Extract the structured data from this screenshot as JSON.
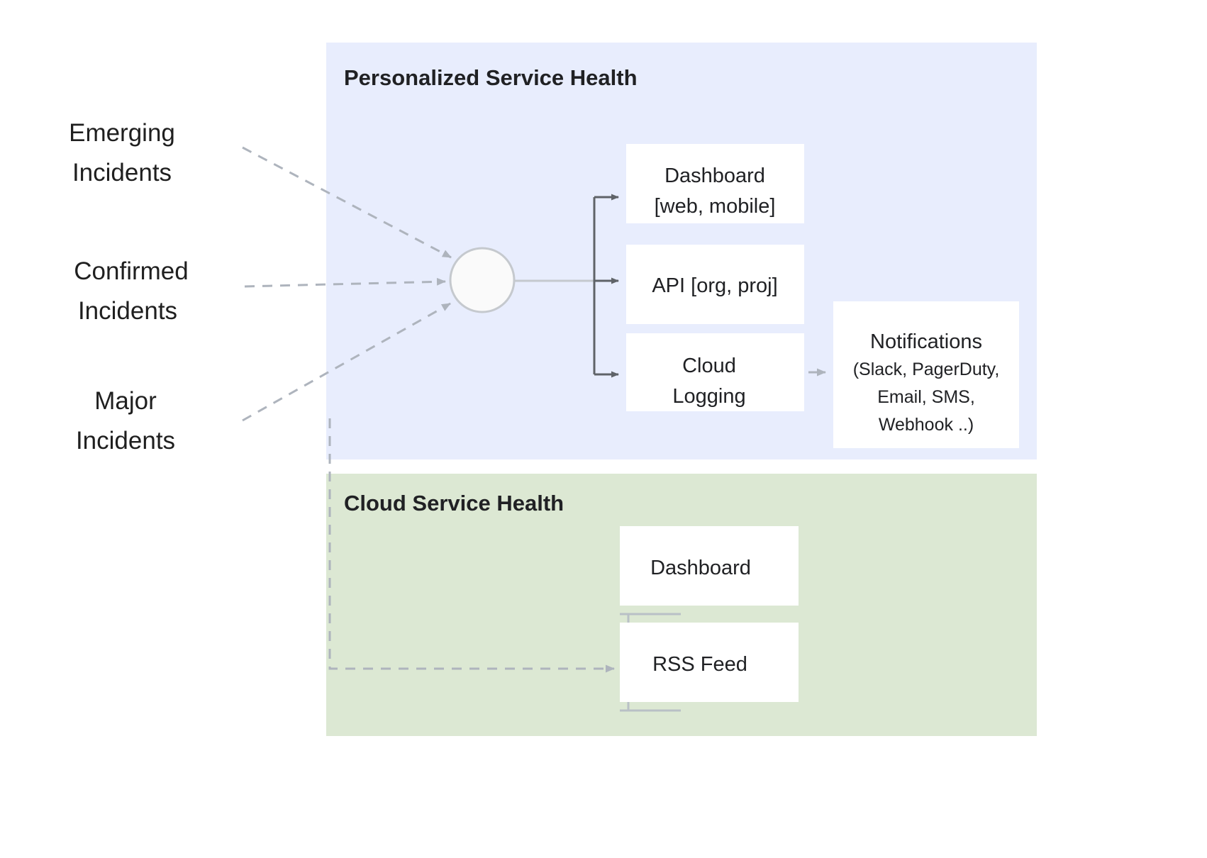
{
  "diagram": {
    "title_hidden": "",
    "sources": [
      {
        "id": "emerging",
        "line1": "Emerging",
        "line2": "Incidents"
      },
      {
        "id": "confirmed",
        "line1": "Confirmed",
        "line2": "Incidents"
      },
      {
        "id": "major",
        "line1": "Major",
        "line2": "Incidents"
      }
    ],
    "panels": [
      {
        "id": "personalized-service-health",
        "title": "Personalized Service Health",
        "color": "#E8EDFD",
        "nodes": [
          {
            "id": "psh-dashboard",
            "line1": "Dashboard",
            "line2": "[web, mobile]"
          },
          {
            "id": "psh-api",
            "line1": "API [org, proj]",
            "line2": ""
          },
          {
            "id": "psh-cloud-logging",
            "line1": "Cloud",
            "line2": "Logging"
          }
        ],
        "notifications": {
          "id": "notifications",
          "title": "Notifications",
          "line1": "(Slack, PagerDuty,",
          "line2": "Email, SMS,",
          "line3": "Webhook ..)"
        }
      },
      {
        "id": "cloud-service-health",
        "title": "Cloud Service Health",
        "color": "#DCE8D3",
        "nodes": [
          {
            "id": "csh-dashboard",
            "line1": "Dashboard",
            "line2": ""
          },
          {
            "id": "csh-rss-feed",
            "line1": "RSS Feed",
            "line2": ""
          }
        ]
      }
    ],
    "hub": {
      "id": "aggregation-node",
      "label": ""
    },
    "colors": {
      "panel_blue": "#E8EDFD",
      "panel_green": "#DCE8D3",
      "box_white": "#FFFFFF",
      "arrow_dark": "#5F6368",
      "arrow_light": "#AEB4BD",
      "text_dark": "#202124"
    }
  }
}
